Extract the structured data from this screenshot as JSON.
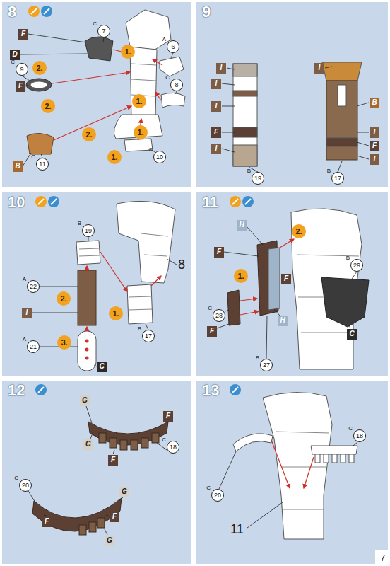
{
  "diagram": {
    "nodes": [
      {
        "text": [
          "8"
        ]
      },
      {
        "text": [
          "F"
        ],
        "in": 0
      },
      {
        "text": [
          "C",
          "7"
        ],
        "in": 0
      },
      {
        "text": [
          "D"
        ],
        "in": 0
      },
      {
        "text": [
          "1."
        ],
        "in": 0
      },
      {
        "text": [
          "A",
          "6"
        ],
        "in": 0
      },
      {
        "text": [
          "C",
          "9"
        ],
        "in": 0
      },
      {
        "text": [
          "2."
        ],
        "in": 0
      },
      {
        "text": [
          "F"
        ],
        "in": 0
      },
      {
        "text": [
          "C",
          "8"
        ],
        "in": 0
      },
      {
        "text": [
          "1."
        ],
        "in": 0
      },
      {
        "text": [
          "2."
        ],
        "in": 0
      },
      {
        "text": [
          "1."
        ],
        "in": 0
      },
      {
        "text": [
          "2."
        ],
        "in": 0
      },
      {
        "text": [
          "C",
          "10"
        ],
        "in": 0
      },
      {
        "text": [
          "1."
        ],
        "in": 0
      },
      {
        "text": [
          "C",
          "11"
        ],
        "in": 0
      },
      {
        "text": [
          "B"
        ],
        "in": 0
      },
      {
        "text": [
          "9"
        ]
      },
      {
        "text": [
          "I"
        ],
        "in": 18
      },
      {
        "text": [
          "I"
        ],
        "in": 18
      },
      {
        "text": [
          "I"
        ],
        "in": 18
      },
      {
        "text": [
          "B"
        ],
        "in": 18
      },
      {
        "text": [
          "I"
        ],
        "in": 18
      },
      {
        "text": [
          "F"
        ],
        "in": 18
      },
      {
        "text": [
          "I"
        ],
        "in": 18
      },
      {
        "text": [
          "F"
        ],
        "in": 18
      },
      {
        "text": [
          "I"
        ],
        "in": 18
      },
      {
        "text": [
          "I"
        ],
        "in": 18
      },
      {
        "text": [
          "B",
          "19"
        ],
        "in": 18
      },
      {
        "text": [
          "B",
          "17"
        ],
        "in": 18
      },
      {
        "text": [
          "10"
        ]
      },
      {
        "text": [
          "B",
          "19"
        ],
        "in": 31
      },
      {
        "text": [
          "A",
          "22"
        ],
        "in": 31
      },
      {
        "text": [
          "2."
        ],
        "in": 31
      },
      {
        "text": [
          "1."
        ],
        "in": 31
      },
      {
        "text": [
          "I"
        ],
        "in": 31
      },
      {
        "text": [
          "B",
          "17"
        ],
        "in": 31
      },
      {
        "text": [
          "3."
        ],
        "in": 31
      },
      {
        "text": [
          "A",
          "21"
        ],
        "in": 31
      },
      {
        "text": [
          "C"
        ],
        "in": 31
      },
      {
        "text": [
          "11"
        ]
      },
      {
        "text": [
          "H"
        ],
        "in": 41
      },
      {
        "text": [
          "2."
        ],
        "in": 41
      },
      {
        "text": [
          "F"
        ],
        "in": 41
      },
      {
        "text": [
          "B",
          "29"
        ],
        "in": 41
      },
      {
        "text": [
          "1."
        ],
        "in": 41
      },
      {
        "text": [
          "F"
        ],
        "in": 41
      },
      {
        "text": [
          "C",
          "28"
        ],
        "in": 41
      },
      {
        "text": [
          "H"
        ],
        "in": 41
      },
      {
        "text": [
          "F"
        ],
        "in": 41
      },
      {
        "text": [
          "C"
        ],
        "in": 41
      },
      {
        "text": [
          "B",
          "27"
        ],
        "in": 41
      },
      {
        "text": [
          "12"
        ]
      },
      {
        "text": [
          "G"
        ],
        "in": 53
      },
      {
        "text": [
          "F"
        ],
        "in": 53
      },
      {
        "text": [
          "G"
        ],
        "in": 53
      },
      {
        "text": [
          "C",
          "18"
        ],
        "in": 53
      },
      {
        "text": [
          "F"
        ],
        "in": 53
      },
      {
        "text": [
          "C",
          "20"
        ],
        "in": 53
      },
      {
        "text": [
          "G"
        ],
        "in": 53
      },
      {
        "text": [
          "F"
        ],
        "in": 53
      },
      {
        "text": [
          "F"
        ],
        "in": 53
      },
      {
        "text": [
          "G"
        ],
        "in": 53
      },
      {
        "text": [
          "13"
        ]
      },
      {
        "text": [
          "C",
          "18"
        ],
        "in": 64
      },
      {
        "text": [
          "C",
          "20"
        ],
        "in": 64
      }
    ],
    "labels": [
      "8",
      "11",
      "7"
    ]
  }
}
